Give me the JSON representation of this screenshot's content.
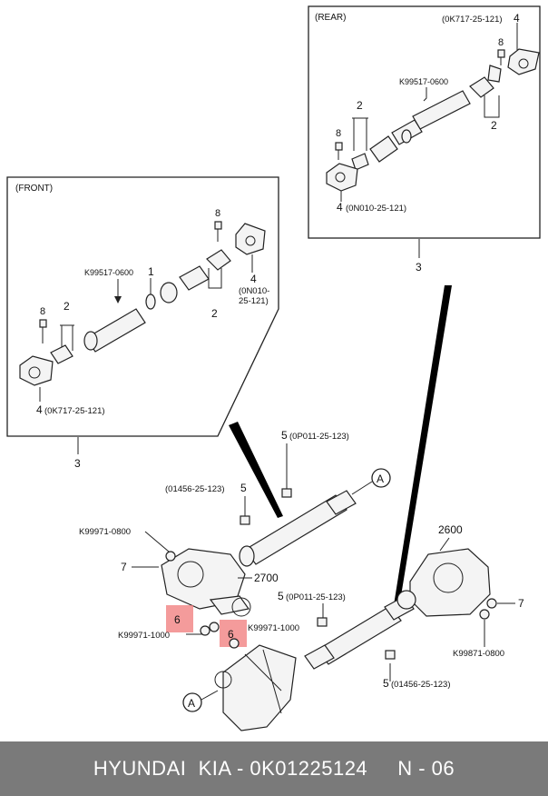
{
  "rear_box": {
    "title": "(REAR)",
    "labels": {
      "l4_top": "4",
      "code_top": "(0K717-25-121)",
      "l8": "8",
      "k99517": "K99517-0600",
      "l2a": "2",
      "l2b": "2",
      "l8b": "8",
      "l4_bottom": "4",
      "code_bottom": "(0N010-25-121)"
    },
    "callout": "3"
  },
  "front_box": {
    "title": "(FRONT)",
    "labels": {
      "l8": "8",
      "k99517": "K99517-0600",
      "l1": "1",
      "l4": "4",
      "code_right_1": "(0N010-",
      "code_right_2": "25-121)",
      "l2a": "2",
      "l8b": "8",
      "l2b": "2",
      "l4_bottom": "4",
      "code_bottom": "(0K717-25-121)"
    },
    "callout": "3"
  },
  "lower": {
    "l5_top": "5",
    "code_5_top": "(0P011-25-123)",
    "marker_a_top": "A",
    "code_01456_left": "(01456-25-123)",
    "l5_left": "5",
    "k99971_left": "K99971-0800",
    "l7_left": "7",
    "n2700": "2700",
    "n2600": "2600",
    "l6a": "6",
    "k99971_1000_left": "K99971-1000",
    "l6b": "6",
    "k99971_1000_mid": "K99971-1000",
    "l5_mid": "5",
    "code_5_mid": "(0P011-25-123)",
    "l7_right": "7",
    "k99871_right": "K99871-0800",
    "l5_bottom": "5",
    "code_01456_bottom": "(01456-25-123)",
    "marker_a_bottom": "A"
  },
  "highlight_color": "#f07a7a",
  "footer": {
    "text": "HYUNDAI  KIA - 0K01225124     N - 06"
  }
}
